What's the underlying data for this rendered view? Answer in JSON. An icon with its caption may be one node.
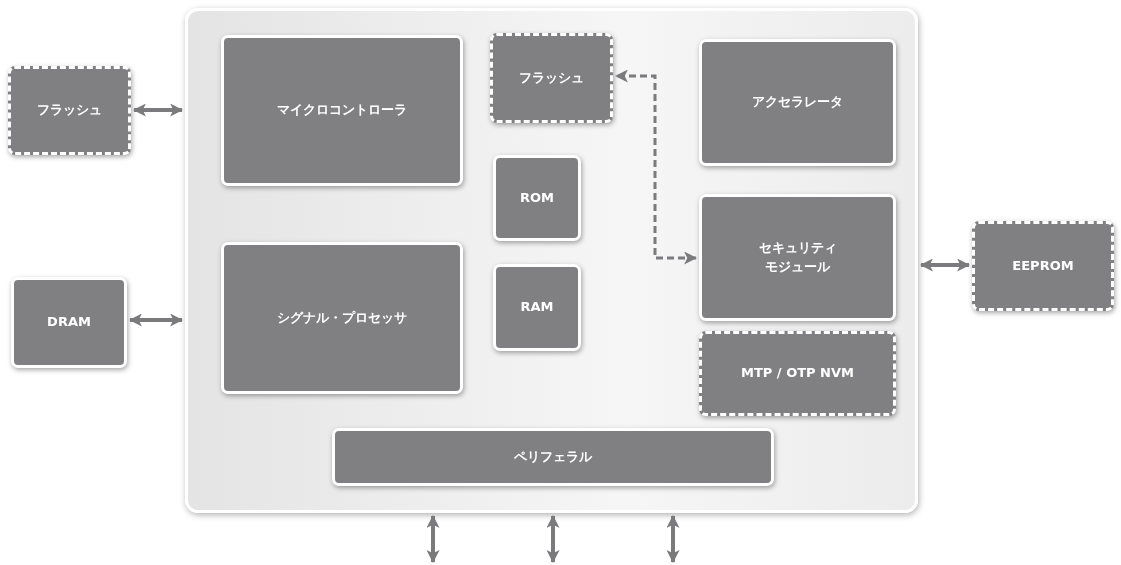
{
  "diagram": {
    "nodes": [
      {
        "text": [],
        "shape": "box"
      },
      {
        "text": [
          "フラッシュ"
        ]
      },
      {
        "text": [
          "DRAM"
        ]
      },
      {
        "text": [
          "マイクロコントローラ"
        ],
        "in": 0
      },
      {
        "text": [
          "シグナル・プロセッサ"
        ],
        "in": 0
      },
      {
        "text": [
          "フラッシュ"
        ],
        "in": 0
      },
      {
        "text": [
          "ROM"
        ],
        "in": 0
      },
      {
        "text": [
          "RAM"
        ],
        "in": 0
      },
      {
        "text": [
          "アクセラレータ"
        ],
        "in": 0
      },
      {
        "text": [
          "セキュリティモジュール"
        ],
        "in": 0
      },
      {
        "text": [
          "MTP / OTP NVM"
        ],
        "in": 0
      },
      {
        "text": [
          "ペリフェラル"
        ],
        "in": 0
      },
      {
        "text": [
          "EEPROM"
        ]
      }
    ],
    "edges": [
      {
        "from": 1,
        "to": 0,
        "arrow": "both"
      },
      {
        "from": 2,
        "to": 0,
        "arrow": "both"
      },
      {
        "from": 9,
        "to": 5,
        "arrow": "both",
        "style": "dashed"
      },
      {
        "from": 0,
        "to": 12,
        "arrow": "both"
      },
      {
        "from": 0,
        "to": null,
        "arrow": "both"
      },
      {
        "from": 0,
        "to": null,
        "arrow": "both"
      },
      {
        "from": 0,
        "to": null,
        "arrow": "both"
      }
    ]
  }
}
